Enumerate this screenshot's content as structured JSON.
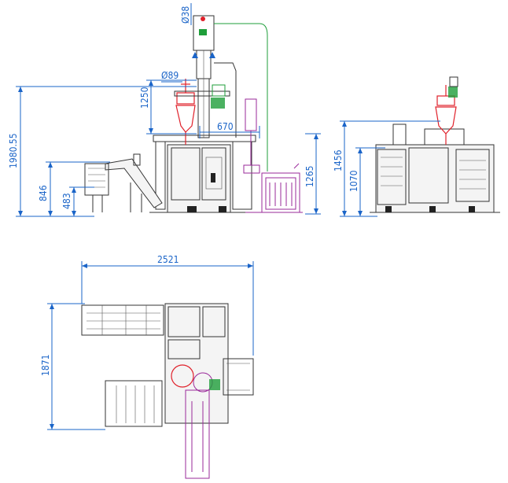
{
  "dimensions": {
    "front_pipe_dia": "Ø38",
    "front_hopper_dia": "Ø89",
    "front_total_height": "1980.55",
    "front_hopper_height": "1250",
    "front_offset": "670",
    "front_conveyor_height": "846",
    "front_conveyor_low": "483",
    "front_right_height": "1265",
    "side_height": "1456",
    "side_table_height": "1070",
    "top_width": "2521",
    "top_depth": "1871"
  },
  "colors": {
    "dimension": "#1a64c8",
    "machine": "#333333",
    "filler": "#e0202a",
    "pipe": "#1e9e3a",
    "vacuum": "#9a2a9a"
  }
}
